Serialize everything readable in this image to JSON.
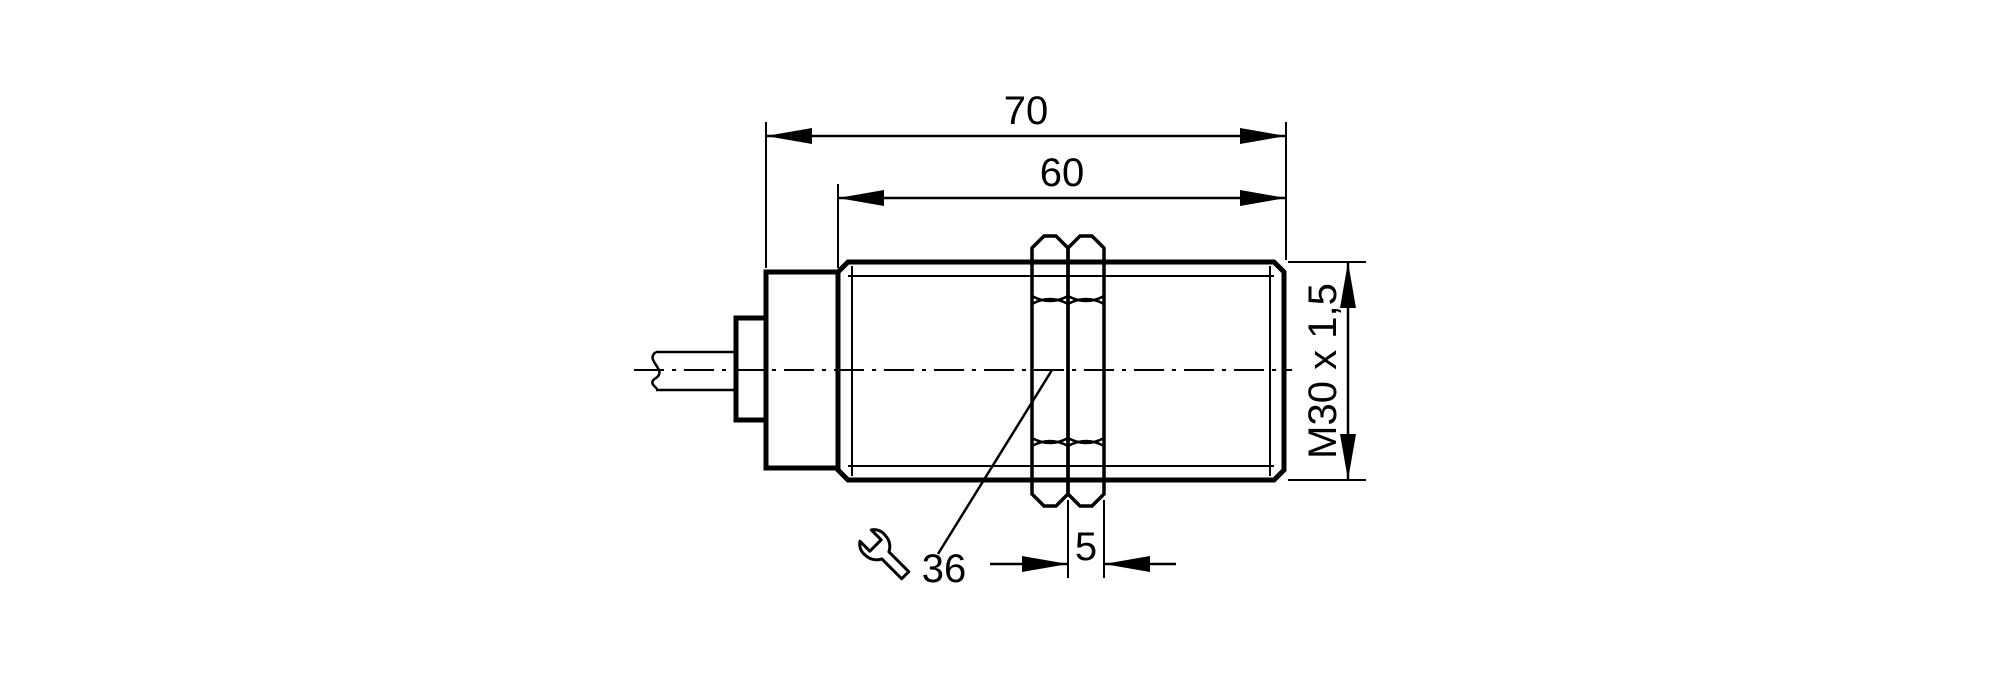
{
  "diagram": {
    "dimensions": {
      "overall_length": "70",
      "thread_length": "60",
      "thread_spec": "M30 x 1,5",
      "nut_thickness": "5",
      "wrench_size": "36"
    },
    "icons": {
      "wrench": "wrench-icon"
    }
  }
}
